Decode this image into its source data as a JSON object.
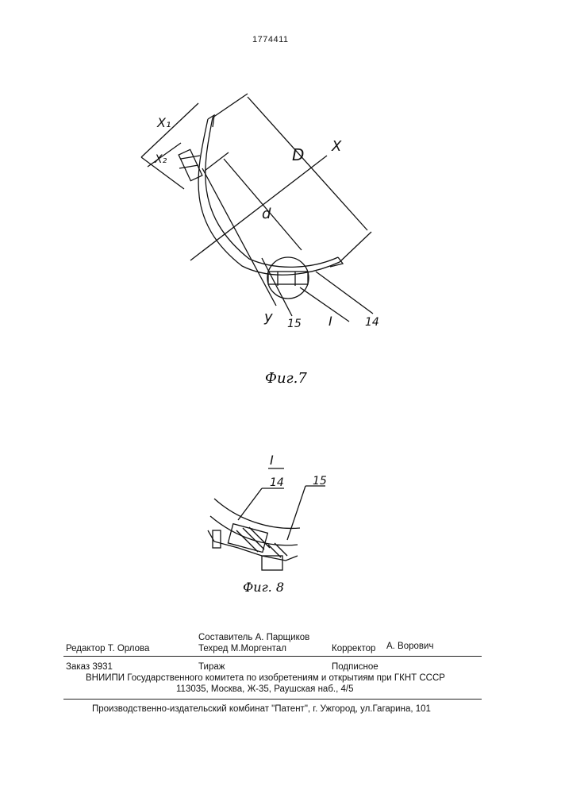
{
  "header": {
    "patent_number": "1774411"
  },
  "figure7": {
    "labels": {
      "x1": "X₁",
      "x2": "X₂",
      "D": "D",
      "x_axis": "X",
      "d": "d",
      "y_axis": "y",
      "ref15": "15",
      "ref_I": "I",
      "ref14": "14"
    },
    "caption": "Фиг.7"
  },
  "figure8": {
    "view_label": "I",
    "labels": {
      "ref14": "14",
      "ref15": "15"
    },
    "caption": "Фиг. 8"
  },
  "footer": {
    "editor": "Редактор Т. Орлова",
    "compiler": "Составитель А. Парщиков",
    "techred": "Техред М.Моргентал",
    "corrector_label": "Корректор",
    "corrector_name": "А. Ворович",
    "order": "Заказ 3931",
    "circulation": "Тираж",
    "subscription": "Подписное",
    "org": "ВНИИПИ Государственного комитета по изобретениям и открытиям при ГКНТ СССР",
    "address": "113035, Москва, Ж-35, Раушская наб., 4/5",
    "printer": "Производственно-издательский комбинат \"Патент\", г. Ужгород, ул.Гагарина, 101"
  }
}
